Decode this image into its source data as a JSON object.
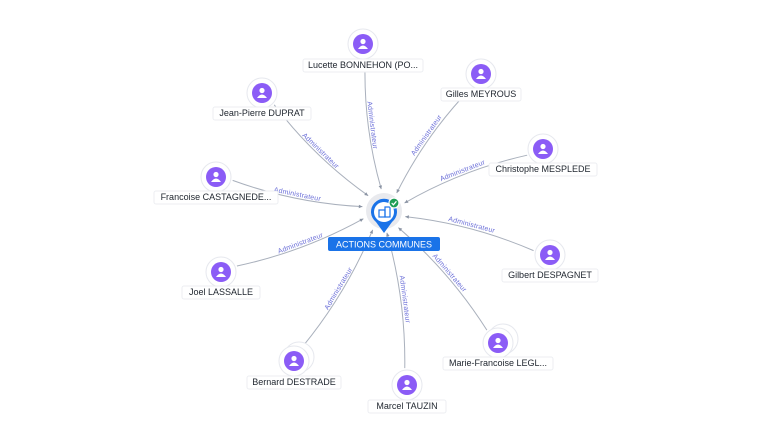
{
  "center": {
    "label": "ACTIONS COMMUNES",
    "icon": "building-icon",
    "badge": "check-icon",
    "color": "#1a73e8"
  },
  "edge_label": "Administrateur",
  "people": [
    {
      "name": "Lucette BONNEHON (PO..."
    },
    {
      "name": "Gilles MEYROUS"
    },
    {
      "name": "Christophe MESPLEDE"
    },
    {
      "name": "Gilbert DESPAGNET"
    },
    {
      "name": "Marie-Francoise LEGL..."
    },
    {
      "name": "Marcel TAUZIN"
    },
    {
      "name": "Bernard DESTRADE"
    },
    {
      "name": "Joel LASSALLE"
    },
    {
      "name": "Francoise CASTAGNEDE..."
    },
    {
      "name": "Jean-Pierre DUPRAT"
    }
  ],
  "colors": {
    "person_node": "#8b5cf6",
    "edge": "#a9b0bc",
    "edge_label": "#6b6fd8",
    "badge": "#1e9e55"
  }
}
